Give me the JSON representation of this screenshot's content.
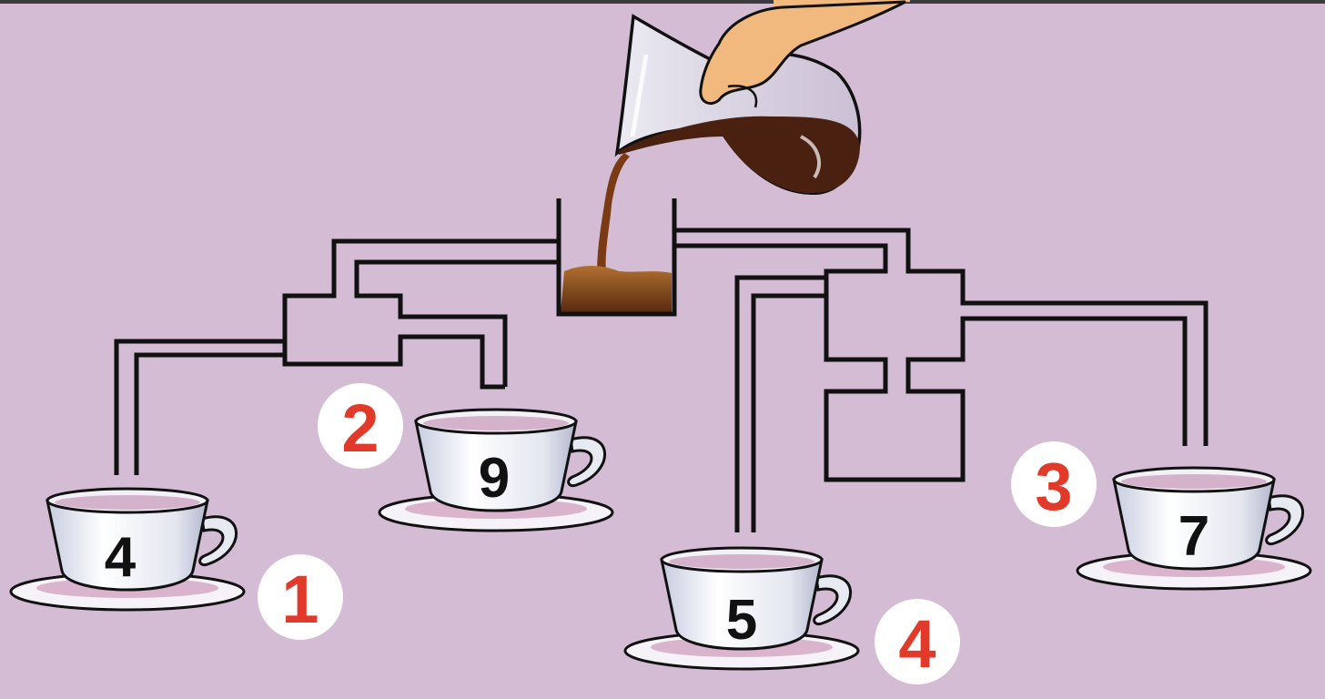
{
  "colors": {
    "background": "#d3bcd4",
    "pipe": "#111111",
    "coffee": "#5a2a10",
    "cup": "#f3f4f8",
    "cup_inner": "#d5b2cc",
    "label_red": "#e23a2a",
    "cup_number": "#111111"
  },
  "cups": [
    {
      "label": "1",
      "number": "4"
    },
    {
      "label": "2",
      "number": "9"
    },
    {
      "label": "3",
      "number": "7"
    },
    {
      "label": "4",
      "number": "5"
    }
  ]
}
